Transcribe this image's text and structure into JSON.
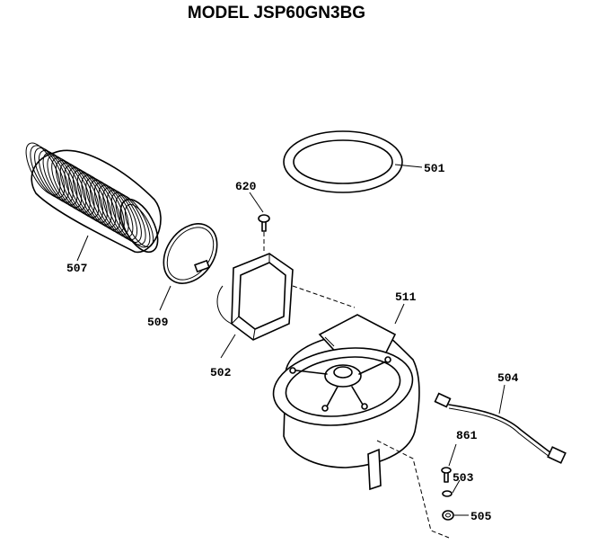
{
  "title": "MODEL JSP60GN3BG",
  "parts": [
    {
      "id": "501",
      "label": "501"
    },
    {
      "id": "507",
      "label": "507"
    },
    {
      "id": "509",
      "label": "509"
    },
    {
      "id": "620",
      "label": "620"
    },
    {
      "id": "502",
      "label": "502"
    },
    {
      "id": "511",
      "label": "511"
    },
    {
      "id": "504",
      "label": "504"
    },
    {
      "id": "861",
      "label": "861"
    },
    {
      "id": "503",
      "label": "503"
    },
    {
      "id": "505",
      "label": "505"
    }
  ],
  "colors": {
    "ink": "#000000",
    "paper": "#ffffff"
  }
}
